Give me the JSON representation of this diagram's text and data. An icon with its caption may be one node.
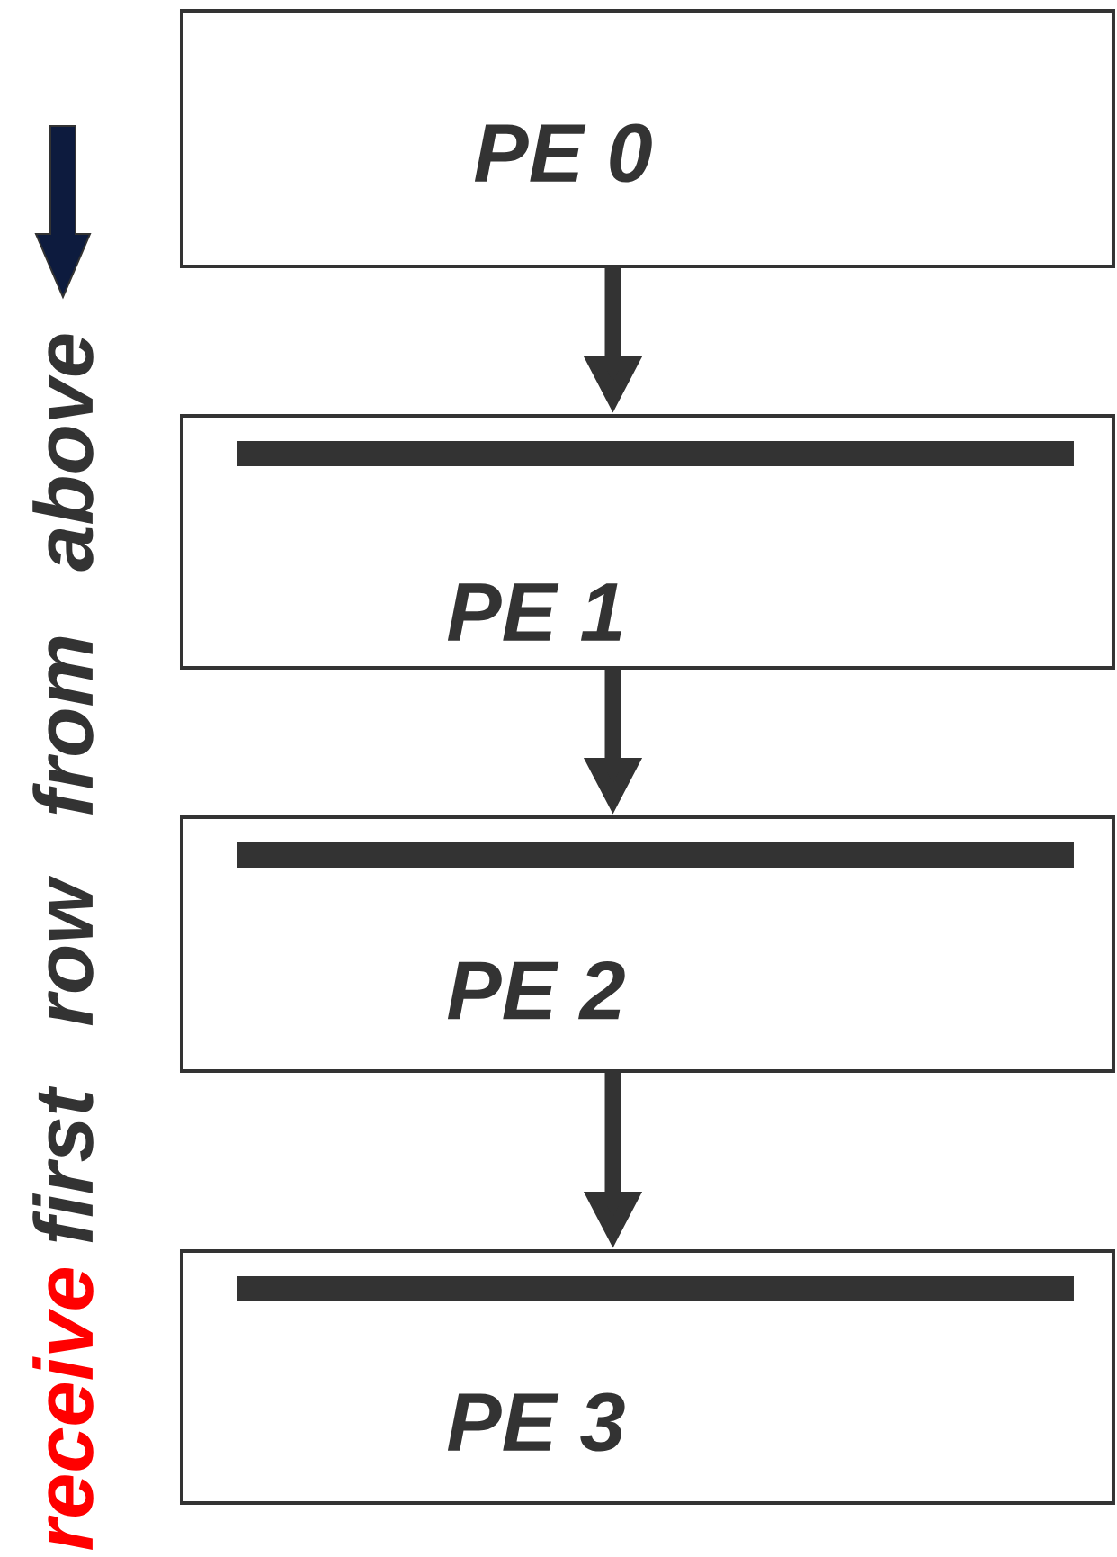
{
  "diagram": {
    "nodes": [
      {
        "text": [
          "PE 0"
        ]
      },
      {
        "text": [
          "PE 1"
        ]
      },
      {
        "text": [
          "PE 2"
        ]
      },
      {
        "text": [
          "PE 3"
        ]
      }
    ],
    "edges": [
      {
        "from": 0,
        "to": 1,
        "arrow": "to"
      },
      {
        "from": 1,
        "to": 2,
        "arrow": "to"
      },
      {
        "from": 2,
        "to": 3,
        "arrow": "to"
      }
    ],
    "labels": [
      "receive",
      "first row from above"
    ]
  }
}
